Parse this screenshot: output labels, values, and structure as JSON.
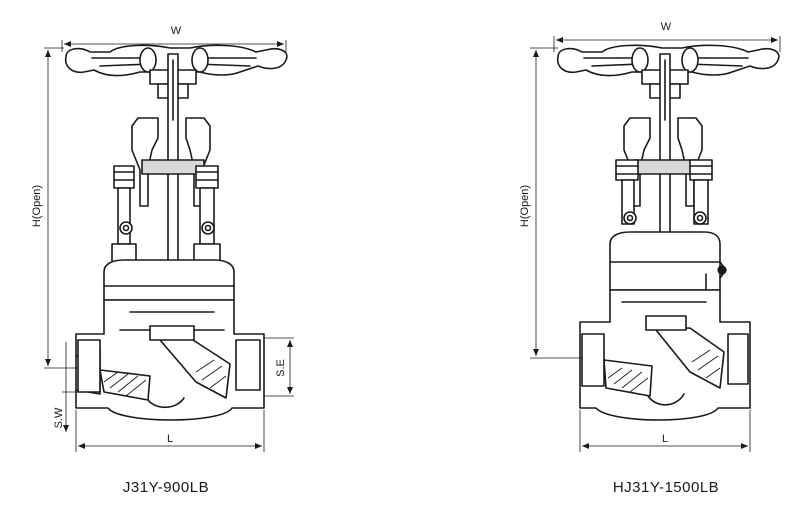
{
  "left_drawing": {
    "caption": "J31Y-900LB",
    "dims": {
      "width": "W",
      "height": "H(Open)",
      "length": "L",
      "socket_end": "S.E",
      "socket_weld": "S.W"
    }
  },
  "right_drawing": {
    "caption": "HJ31Y-1500LB",
    "dims": {
      "width": "W",
      "height": "H(Open)",
      "length": "L"
    }
  }
}
